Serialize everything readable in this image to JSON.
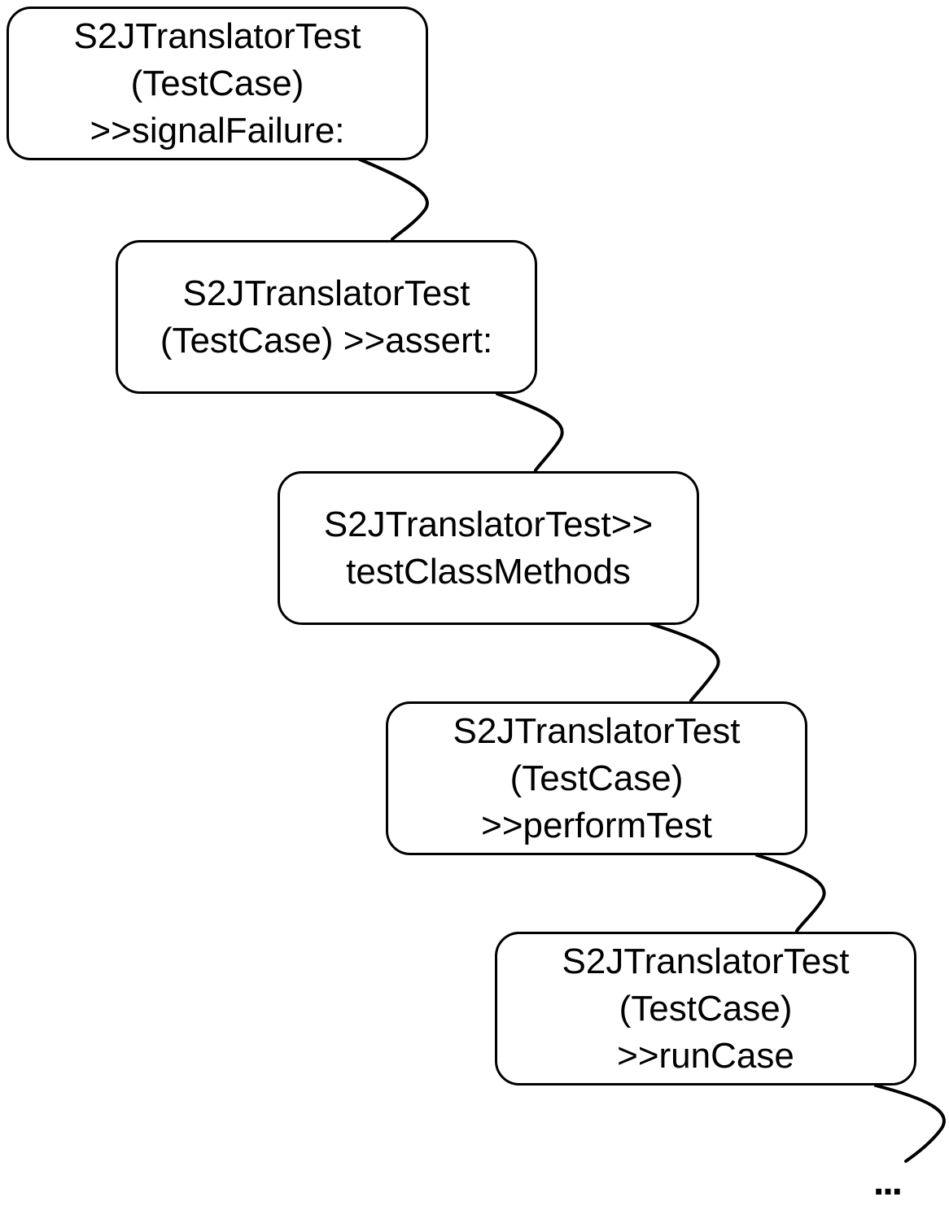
{
  "frames": [
    {
      "lines": [
        "S2JTranslatorTest",
        "(TestCase)",
        ">>signalFailure:"
      ]
    },
    {
      "lines": [
        "S2JTranslatorTest",
        "(TestCase) >>assert:"
      ]
    },
    {
      "lines": [
        "S2JTranslatorTest>>",
        "testClassMethods"
      ]
    },
    {
      "lines": [
        "S2JTranslatorTest",
        "(TestCase)",
        ">>performTest"
      ]
    },
    {
      "lines": [
        "S2JTranslatorTest",
        "(TestCase)",
        ">>runCase"
      ]
    }
  ],
  "continuation": "..."
}
